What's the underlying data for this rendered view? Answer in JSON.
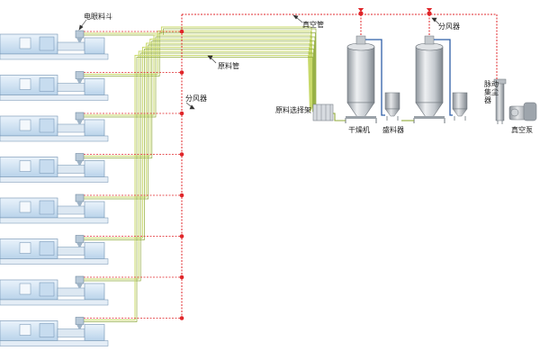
{
  "labels": {
    "hopper": "电眼料斗",
    "vacuum_pipe": "真空管",
    "material_pipe": "原料管",
    "splitter_left": "分风器",
    "splitter_right": "分风器",
    "selector_rack": "原料选择架",
    "dryer": "干燥机",
    "storage_bin": "盛料器",
    "pulse_dust_collector": "脉动集尘器",
    "vacuum_pump": "真空泵"
  },
  "machines": [
    {
      "row": 1
    },
    {
      "row": 2
    },
    {
      "row": 3
    },
    {
      "row": 4
    },
    {
      "row": 5
    },
    {
      "row": 6
    },
    {
      "row": 7
    },
    {
      "row": 8
    }
  ],
  "colors": {
    "vacuum_line": "#e0262a",
    "material_line": "#c8d96a",
    "material_line_dark": "#8faa38",
    "blue_line": "#2f5fa8",
    "machine_body": "#d6e6f4",
    "machine_edge": "#6f8fb0",
    "silo": "#c9cdd2"
  },
  "icons": {
    "valve": "red-droplet-valve-icon",
    "hopper": "hopper-icon"
  }
}
